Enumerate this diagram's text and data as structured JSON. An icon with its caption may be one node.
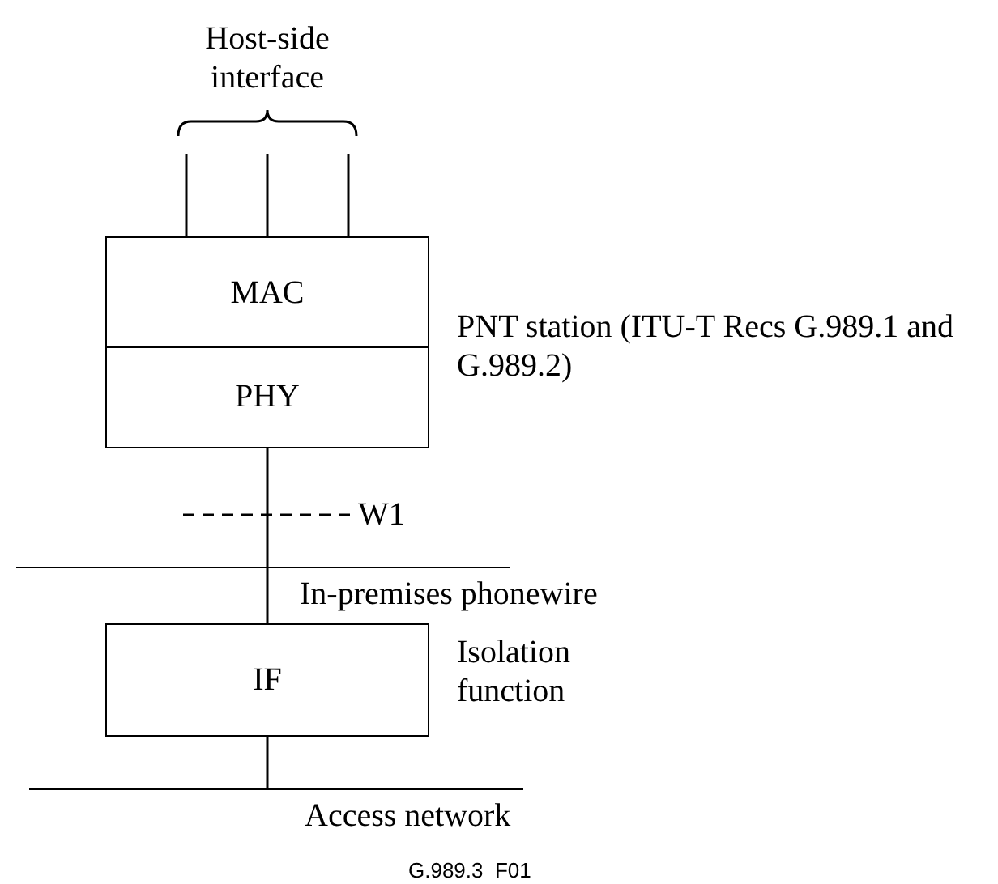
{
  "diagram": {
    "nodes": [
      {
        "text": [
          "PNT station (ITU-T Recs G.989.1 and G.989.2)"
        ]
      },
      {
        "text": [
          "MAC"
        ],
        "in": 0
      },
      {
        "text": [
          "PHY"
        ],
        "in": 0
      },
      {
        "text": [
          "In-premises phonewire"
        ]
      },
      {
        "text": [
          "IF"
        ],
        "beside": [
          "Isolation function"
        ]
      },
      {
        "text": [
          "Access network"
        ]
      }
    ],
    "edges": [
      {
        "from": 1,
        "to": null,
        "arrow": "none"
      },
      {
        "from": 1,
        "to": null,
        "arrow": "none"
      },
      {
        "from": 1,
        "to": null,
        "arrow": "none"
      },
      {
        "from": 2,
        "to": 3,
        "arrow": "none"
      },
      {
        "from": 3,
        "to": 4,
        "arrow": "none"
      },
      {
        "from": 4,
        "to": 5,
        "arrow": "none"
      }
    ],
    "labels": [
      "Host-side interface",
      "W1",
      "G.989.3  F01"
    ]
  }
}
